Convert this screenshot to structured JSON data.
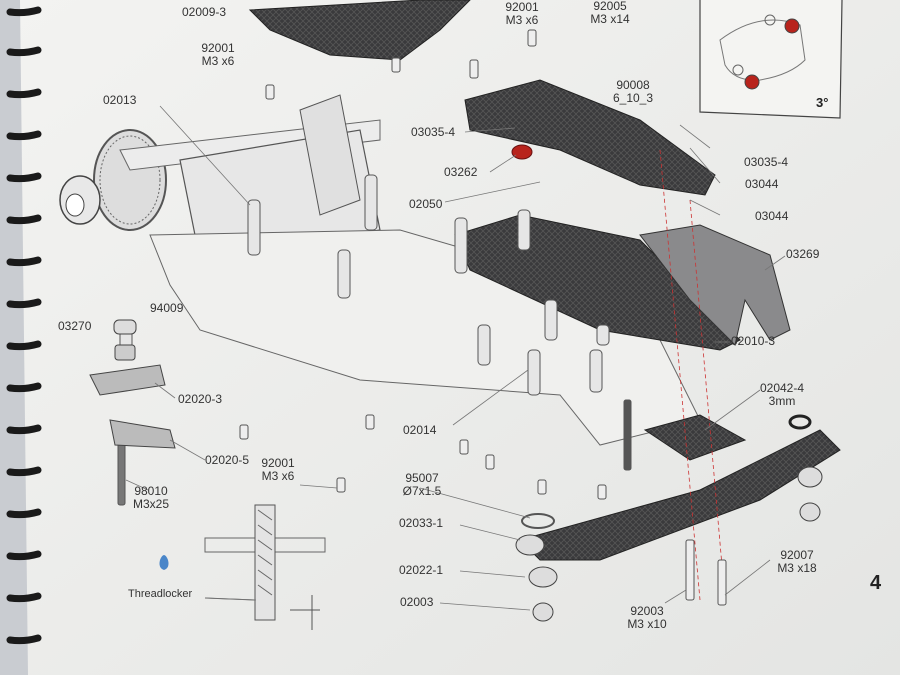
{
  "page_number": "4",
  "inset": {
    "angle_label": "3°"
  },
  "threadlocker": {
    "label": "Threadlocker"
  },
  "part_labels": [
    {
      "code": "02009-3",
      "spec": ""
    },
    {
      "code": "92001",
      "spec": "M3 x6"
    },
    {
      "code": "92001",
      "spec": "M3 x6"
    },
    {
      "code": "92005",
      "spec": "M3 x14"
    },
    {
      "code": "02013",
      "spec": ""
    },
    {
      "code": "90008",
      "spec": "6_10_3"
    },
    {
      "code": "03035-4",
      "spec": ""
    },
    {
      "code": "03035-4",
      "spec": ""
    },
    {
      "code": "03262",
      "spec": ""
    },
    {
      "code": "03044",
      "spec": ""
    },
    {
      "code": "02050",
      "spec": ""
    },
    {
      "code": "03044",
      "spec": ""
    },
    {
      "code": "03269",
      "spec": ""
    },
    {
      "code": "03270",
      "spec": ""
    },
    {
      "code": "94009",
      "spec": ""
    },
    {
      "code": "02020-3",
      "spec": ""
    },
    {
      "code": "02010-3",
      "spec": ""
    },
    {
      "code": "02042-4",
      "spec": "3mm"
    },
    {
      "code": "02014",
      "spec": ""
    },
    {
      "code": "02020-5",
      "spec": ""
    },
    {
      "code": "92001",
      "spec": "M3 x6"
    },
    {
      "code": "95007",
      "spec": "Ø7x1.5"
    },
    {
      "code": "98010",
      "spec": "M3x25"
    },
    {
      "code": "02033-1",
      "spec": ""
    },
    {
      "code": "02022-1",
      "spec": ""
    },
    {
      "code": "92007",
      "spec": "M3 x18"
    },
    {
      "code": "02003",
      "spec": ""
    },
    {
      "code": "92003",
      "spec": "M3 x10"
    }
  ],
  "colors": {
    "accent_red": "#b8231c",
    "carbon": "#3a3a3c",
    "line": "#6b6b6b",
    "paper": "#f1f1ef"
  }
}
